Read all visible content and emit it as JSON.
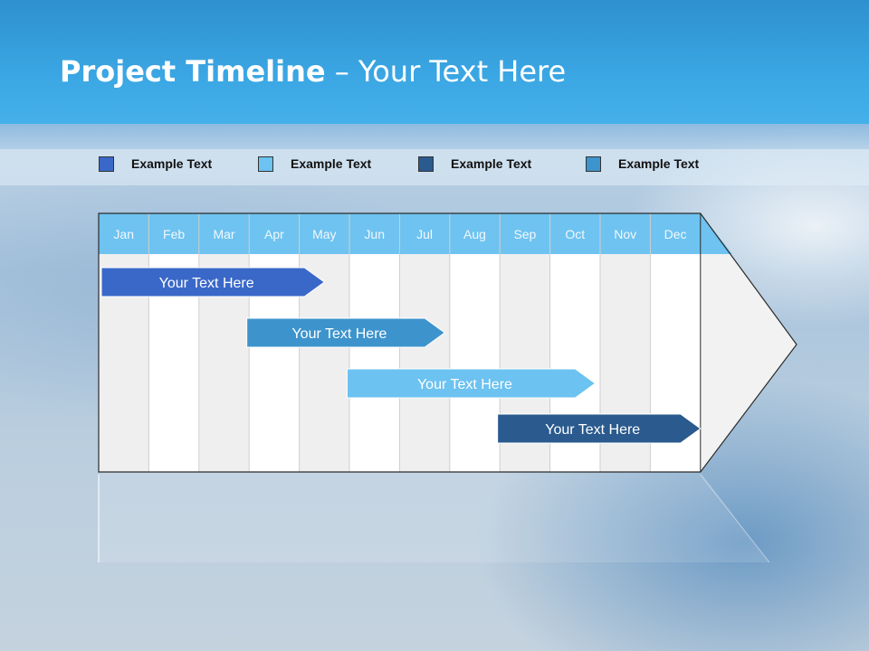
{
  "title": {
    "main": "Project Timeline",
    "rest": " – Your Text Here"
  },
  "legend": [
    {
      "label": "Example Text",
      "color": "#3a68c8"
    },
    {
      "label": "Example Text",
      "color": "#6cc2f0"
    },
    {
      "label": "Example Text",
      "color": "#2a5a8e"
    },
    {
      "label": "Example Text",
      "color": "#3d94cd"
    }
  ],
  "timeline": {
    "months": [
      "Jan",
      "Feb",
      "Mar",
      "Apr",
      "May",
      "Jun",
      "Jul",
      "Aug",
      "Sep",
      "Oct",
      "Nov",
      "Dec"
    ],
    "header_color": "#6ec3f0",
    "tasks": [
      {
        "label": "Your  Text Here",
        "start_month": 1,
        "end_month": 4.5,
        "color": "#3a68c8"
      },
      {
        "label": "Your  Text Here",
        "start_month": 3.9,
        "end_month": 6.9,
        "color": "#3d94cd"
      },
      {
        "label": "Your  Text Here",
        "start_month": 5.9,
        "end_month": 9.9,
        "color": "#6cc2f0"
      },
      {
        "label": "Your  Text Here",
        "start_month": 8.9,
        "end_month": 12.0,
        "color": "#2a5a8e"
      }
    ]
  }
}
